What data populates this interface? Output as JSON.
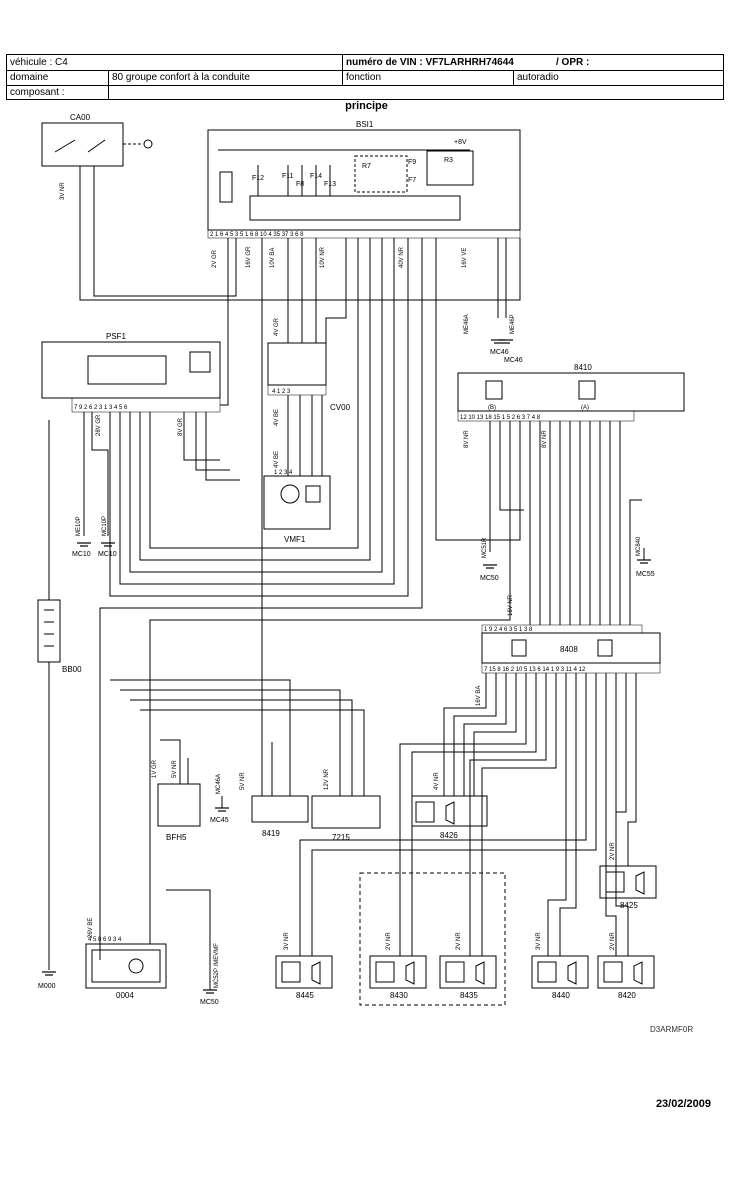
{
  "header": {
    "vehicle": "véhicule : C4",
    "vin": "numéro de VIN : VF7LARHRH74644",
    "opr": "/ OPR :",
    "domain_label": "domaine",
    "domain_value": "80 groupe confort à la conduite",
    "function_label": "fonction",
    "function_value": "autoradio",
    "component_label": "composant :"
  },
  "diagram": {
    "title": "principe",
    "reference": "D3ARMF0R",
    "date": "23/02/2009",
    "components": {
      "ca00": "CA00",
      "bsi1": "BSI1",
      "psf1": "PSF1",
      "cv00": "CV00",
      "vmf1": "VMF1",
      "c8410": "8410",
      "c8408": "8408",
      "bb00": "BB00",
      "bfh5": "BFH5",
      "c8419": "8419",
      "c7215": "7215",
      "c8426": "8426",
      "c8425": "8425",
      "c8445": "8445",
      "c8430": "8430",
      "c8435": "8435",
      "c8440": "8440",
      "c8420": "8420",
      "c0004": "0004"
    },
    "grounds": {
      "mc46a": "MC46",
      "mc46b": "MC46",
      "mc10a": "MC10",
      "mc10b": "MC10",
      "mc50a": "MC50",
      "mc55": "MC55",
      "mc45": "MC45",
      "mc50b": "MC50",
      "m000": "M000"
    },
    "ground_wires": {
      "me46a": "ME46A",
      "me46p": "ME46P",
      "me10p": "ME10P",
      "mc10p": "MC10P",
      "mc51r": "MC51R",
      "mc840": "MC840",
      "mc46a": "MC46A",
      "mc52p": "MC52P /MEVMF"
    },
    "connectors": {
      "ca00": "3V NR",
      "bsi_a": "2V GR",
      "bsi_b": "16V GR",
      "bsi_c": "10V BA",
      "bsi_d": "10V NR",
      "bsi_e": "40V NR",
      "bsi_f": "16V VE",
      "psf_a": "28V GR",
      "psf_b": "8V GR",
      "cv_top": "4V GR",
      "cv_bot": "4V BE",
      "vmf": "4V BE",
      "b8410_left": "8V NR",
      "b8410_right": "8V NR",
      "b8408_top": "16V NR",
      "b8408_bot": "16V BA",
      "bfh5": "1V GR",
      "bfh5b": "5V NR",
      "c8419": "5V NR",
      "c7215": "12V NR",
      "c8426": "4V NR",
      "c8425": "2V NR",
      "c8445": "3V NR",
      "c8430": "2V NR",
      "c8435": "2V NR",
      "c8440": "3V NR",
      "c8420": "2V NR",
      "c0004": "26V BE",
      "fuse_f12": "F12",
      "fuse_f11": "F11",
      "fuse_f8": "F8",
      "fuse_f14": "F14",
      "fuse_f13": "F13",
      "relay_r7": "R7",
      "fuse_f9": "F9",
      "fuse_f7": "F7",
      "relay_r3": "R3",
      "plus8v": "+8V",
      "bsi_pins": "2 1  6  4 5 3       5 1 6 8 10 4  35 37     3 6 8",
      "psf_pins": "7  9 2 6 2 3 1 3    4 5 6",
      "cv_pins_top": "4 1 2 3",
      "cv_pins_bot": "1 2 3 4",
      "vmf_pins": "1 2 3 4",
      "b8410_pins": "12 10 13 18 15   1 5 2 6 3 7 4 8",
      "b8410_b": "(B)",
      "b8410_a": "(A)",
      "b8408_pins_top": "1 9 2 4 6 3 5 1 3 8",
      "b8408_pins_bot": "7 15 8 16 2 10 5 13 6 14 1 9 3 11 4 12",
      "c0004_pins": "4 5 8 6 9 3 4"
    }
  }
}
